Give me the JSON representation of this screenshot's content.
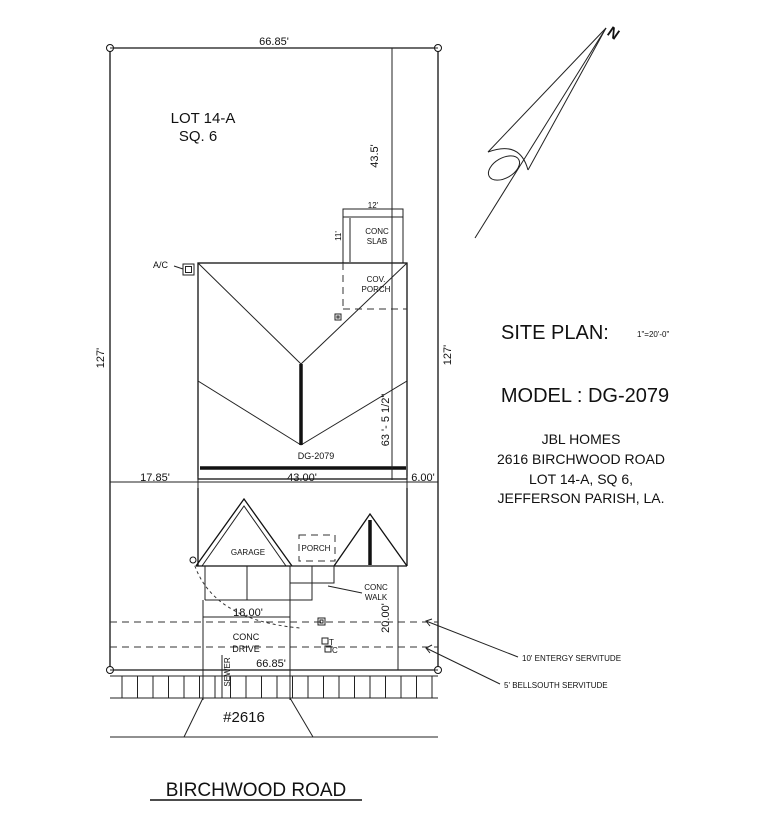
{
  "lot": {
    "line1": "LOT 14-A",
    "line2": "SQ. 6"
  },
  "site_plan": {
    "label": "SITE PLAN:",
    "scale": "1\"=20'-0\""
  },
  "model": "MODEL : DG-2079",
  "owner": {
    "line1": "JBL HOMES",
    "line2": "2616 BIRCHWOOD ROAD",
    "line3": "LOT 14-A,  SQ 6,",
    "line4": "JEFFERSON PARISH, LA."
  },
  "north_label": "N",
  "dimensions": {
    "top_width": "66.85'",
    "bottom_width": "66.85'",
    "left_depth": "127'",
    "right_depth": "127'",
    "rear_setback": "43.5'",
    "house_depth": "63 '- 5 1/2\"",
    "left_setback": "17.85'",
    "house_width": "43.00'",
    "right_setback": "6.00'",
    "front_setback": "20.00'",
    "drive_width": "18.00'",
    "slab_width": "12'",
    "slab_depth": "11'"
  },
  "labels": {
    "ac": "A/C",
    "conc_slab_1": "CONC",
    "conc_slab_2": "SLAB",
    "cov_porch_1": "COV.",
    "cov_porch_2": "PORCH",
    "model_tag": "DG-2079",
    "garage": "GARAGE",
    "porch": "PORCH",
    "walk_1": "CONC",
    "walk_2": "WALK",
    "drive_1": "CONC",
    "drive_2": "DRIVE",
    "sewer": "SEWER",
    "t_label": "T",
    "c_label": "C",
    "address_number": "#2616",
    "entergy": "10' ENTERGY SERVITUDE",
    "bellsouth": "5' BELLSOUTH SERVITUDE",
    "road": "BIRCHWOOD ROAD"
  }
}
